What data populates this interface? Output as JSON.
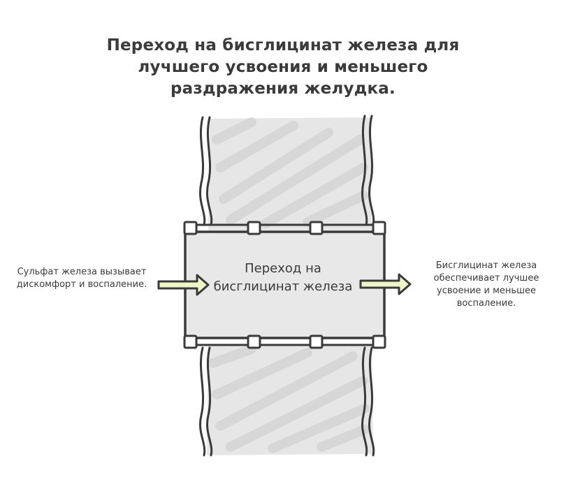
{
  "title": "Переход на бисглицинат железа для лучшего усвоения и меньшего раздражения желудка.",
  "center_box": {
    "label": "Переход на бисглицинат железа"
  },
  "input": {
    "text": "Сульфат железа вызывает дискомфорт и воспаление."
  },
  "output": {
    "text": "Бисглицинат железа обеспечивает лучшее усвоение и меньшее воспаление."
  },
  "colors": {
    "stroke": "#3a3a3a",
    "box_fill": "#e8e8e8",
    "hatch_fill": "#dcdcdc",
    "arrow_fill": "#eef6c8"
  }
}
